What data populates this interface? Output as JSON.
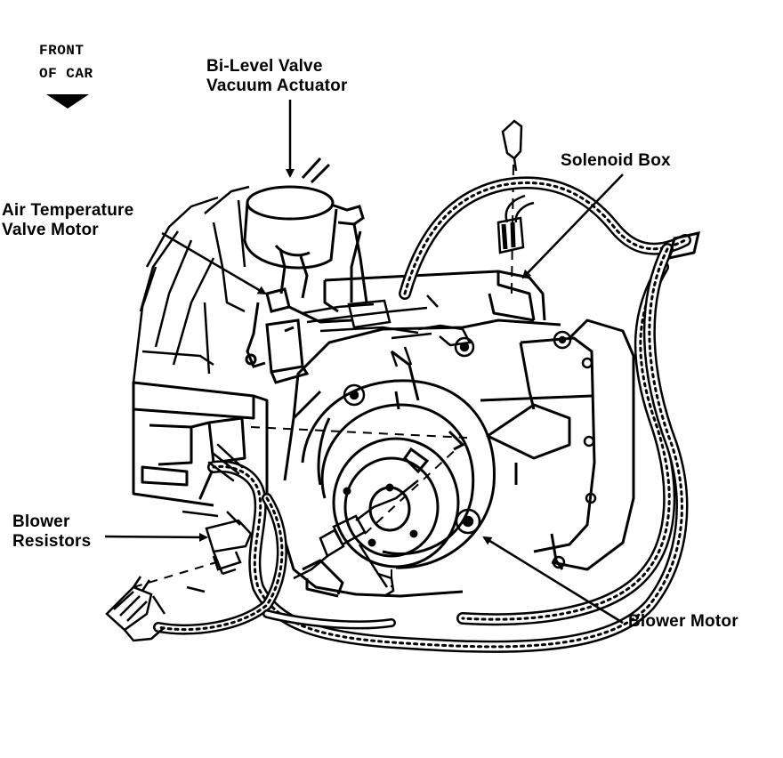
{
  "labels": {
    "front_of_car": [
      "FRONT",
      "OF CAR"
    ],
    "bi_level_valve": [
      "Bi-Level Valve",
      "Vacuum Actuator"
    ],
    "solenoid_box": [
      "Solenoid Box"
    ],
    "air_temperature_valve_motor": [
      "Air Temperature",
      "Valve Motor"
    ],
    "blower_resistors": [
      "Blower",
      "Resistors"
    ],
    "blower_motor": [
      "Blower Motor"
    ]
  },
  "colors": {
    "ink": "#000000",
    "paper": "#ffffff"
  },
  "icons": {
    "front_direction": "arrow-down-icon"
  }
}
